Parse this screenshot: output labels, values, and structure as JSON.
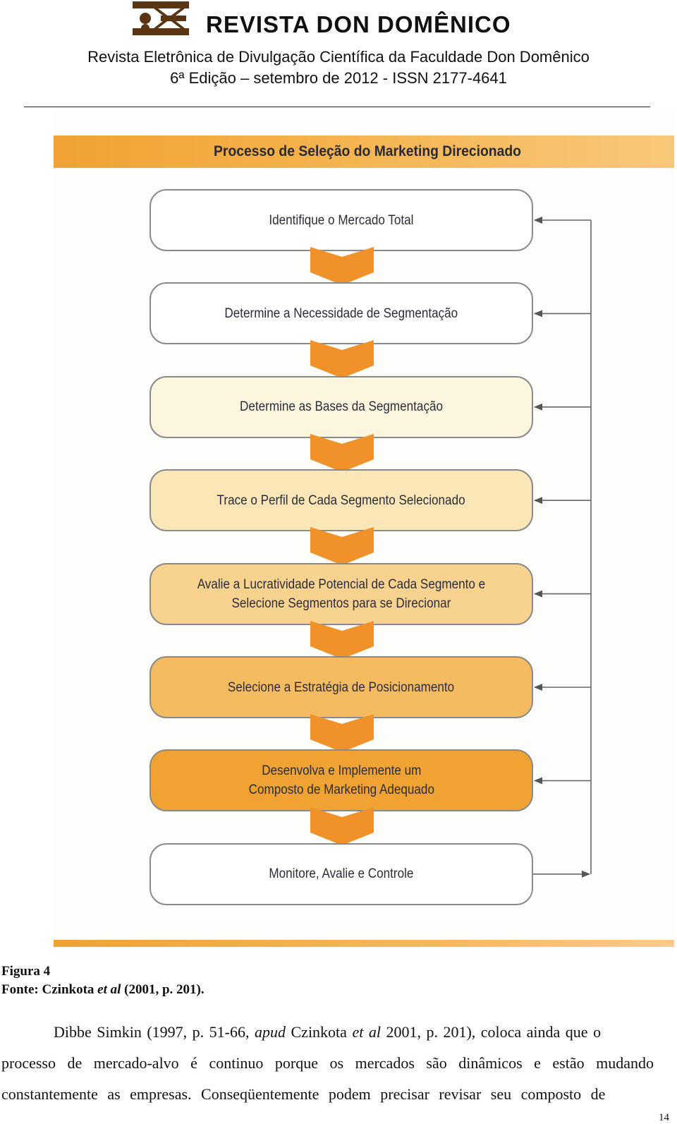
{
  "header": {
    "journal_title": "REVISTA DON DOMÊNICO",
    "subtitle": "Revista Eletrônica de Divulgação Científica da Faculdade Don Domênico",
    "edition": "6ª Edição – setembro de 2012 - ISSN 2177-4641"
  },
  "figure": {
    "title": "Processo de Seleção do Marketing Direcionado",
    "steps": [
      {
        "label": "Identifique o Mercado Total",
        "fill": "#ffffff"
      },
      {
        "label": "Determine a Necessidade de Segmentação",
        "fill": "#ffffff"
      },
      {
        "label": "Determine as Bases da Segmentação",
        "fill": "#fdf6df"
      },
      {
        "label": "Trace o Perfil de Cada Segmento Selecionado",
        "fill": "#fbe6b8"
      },
      {
        "label": "Avalie a Lucratividade Potencial de Cada Segmento e\nSelecione Segmentos para se Direcionar",
        "fill": "#f8d38f"
      },
      {
        "label": "Selecione a Estratégia de Posicionamento",
        "fill": "#f4bb60"
      },
      {
        "label": "Desenvolva e Implemente um\nComposto de Marketing Adequado",
        "fill": "#f0a232"
      },
      {
        "label": "Monitore, Avalie e Controle",
        "fill": "#ffffff"
      }
    ],
    "accent_color": "#f0912a"
  },
  "caption": {
    "figure_label": "Figura 4",
    "source_prefix": "Fonte: Czinkota ",
    "source_italic": "et al",
    "source_suffix": " (2001, p. 201)."
  },
  "body": {
    "line1_a": "Dibbe Simkin (1997, p. 51-66, ",
    "line1_b": "apud",
    "line1_c": " Czinkota ",
    "line1_d": "et al",
    "line1_e": " 2001, p. 201), coloca ainda que o",
    "line2": "processo de mercado-alvo é continuo porque os mercados são dinâmicos e estão mudando",
    "line3": "constantemente as empresas. Conseqüentemente podem precisar revisar seu composto de"
  },
  "page_number": "14"
}
